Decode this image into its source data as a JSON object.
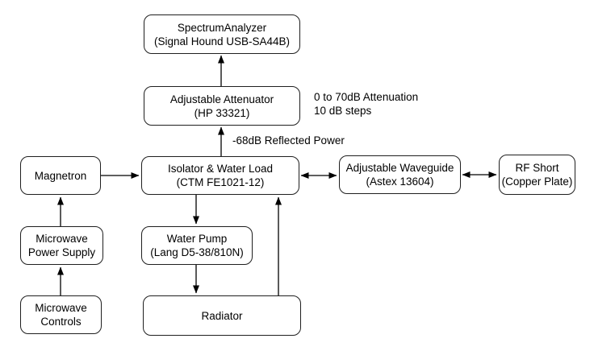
{
  "diagram": {
    "type": "block-diagram",
    "subject": "Microwave measurement system signal flow",
    "colors": {
      "line": "#000000",
      "text": "#000000",
      "background": "#ffffff"
    },
    "nodes": {
      "spectrum_analyzer": {
        "line1": "SpectrumAnalyzer",
        "line2": "(Signal Hound USB-SA44B)"
      },
      "attenuator": {
        "line1": "Adjustable Attenuator",
        "line2": "(HP 33321)"
      },
      "magnetron": {
        "line1": "Magnetron"
      },
      "isolator": {
        "line1": "Isolator & Water Load",
        "line2": "(CTM FE1021-12)"
      },
      "waveguide": {
        "line1": "Adjustable Waveguide",
        "line2": "(Astex 13604)"
      },
      "rf_short": {
        "line1": "RF Short",
        "line2": "(Copper Plate)"
      },
      "power_supply": {
        "line1": "Microwave",
        "line2": "Power Supply"
      },
      "controls": {
        "line1": "Microwave",
        "line2": "Controls"
      },
      "water_pump": {
        "line1": "Water Pump",
        "line2": "(Lang D5-38/810N)"
      },
      "radiator": {
        "line1": "Radiator"
      }
    },
    "annotations": {
      "attenuation_note_line1": "0 to 70dB Attenuation",
      "attenuation_note_line2": "10 dB steps",
      "reflected_power": "-68dB Reflected Power"
    },
    "edges": [
      {
        "from": "attenuator",
        "to": "spectrum_analyzer",
        "type": "arrow"
      },
      {
        "from": "isolator",
        "to": "attenuator",
        "type": "arrow",
        "label": "-68dB Reflected Power"
      },
      {
        "from": "magnetron",
        "to": "isolator",
        "type": "arrow"
      },
      {
        "from": "isolator",
        "to": "waveguide",
        "type": "double-arrow"
      },
      {
        "from": "waveguide",
        "to": "rf_short",
        "type": "double-arrow"
      },
      {
        "from": "isolator",
        "to": "water_pump",
        "type": "arrow"
      },
      {
        "from": "water_pump",
        "to": "radiator",
        "type": "arrow"
      },
      {
        "from": "radiator",
        "to": "isolator",
        "type": "arrow"
      },
      {
        "from": "power_supply",
        "to": "magnetron",
        "type": "arrow"
      },
      {
        "from": "controls",
        "to": "power_supply",
        "type": "arrow"
      }
    ]
  }
}
